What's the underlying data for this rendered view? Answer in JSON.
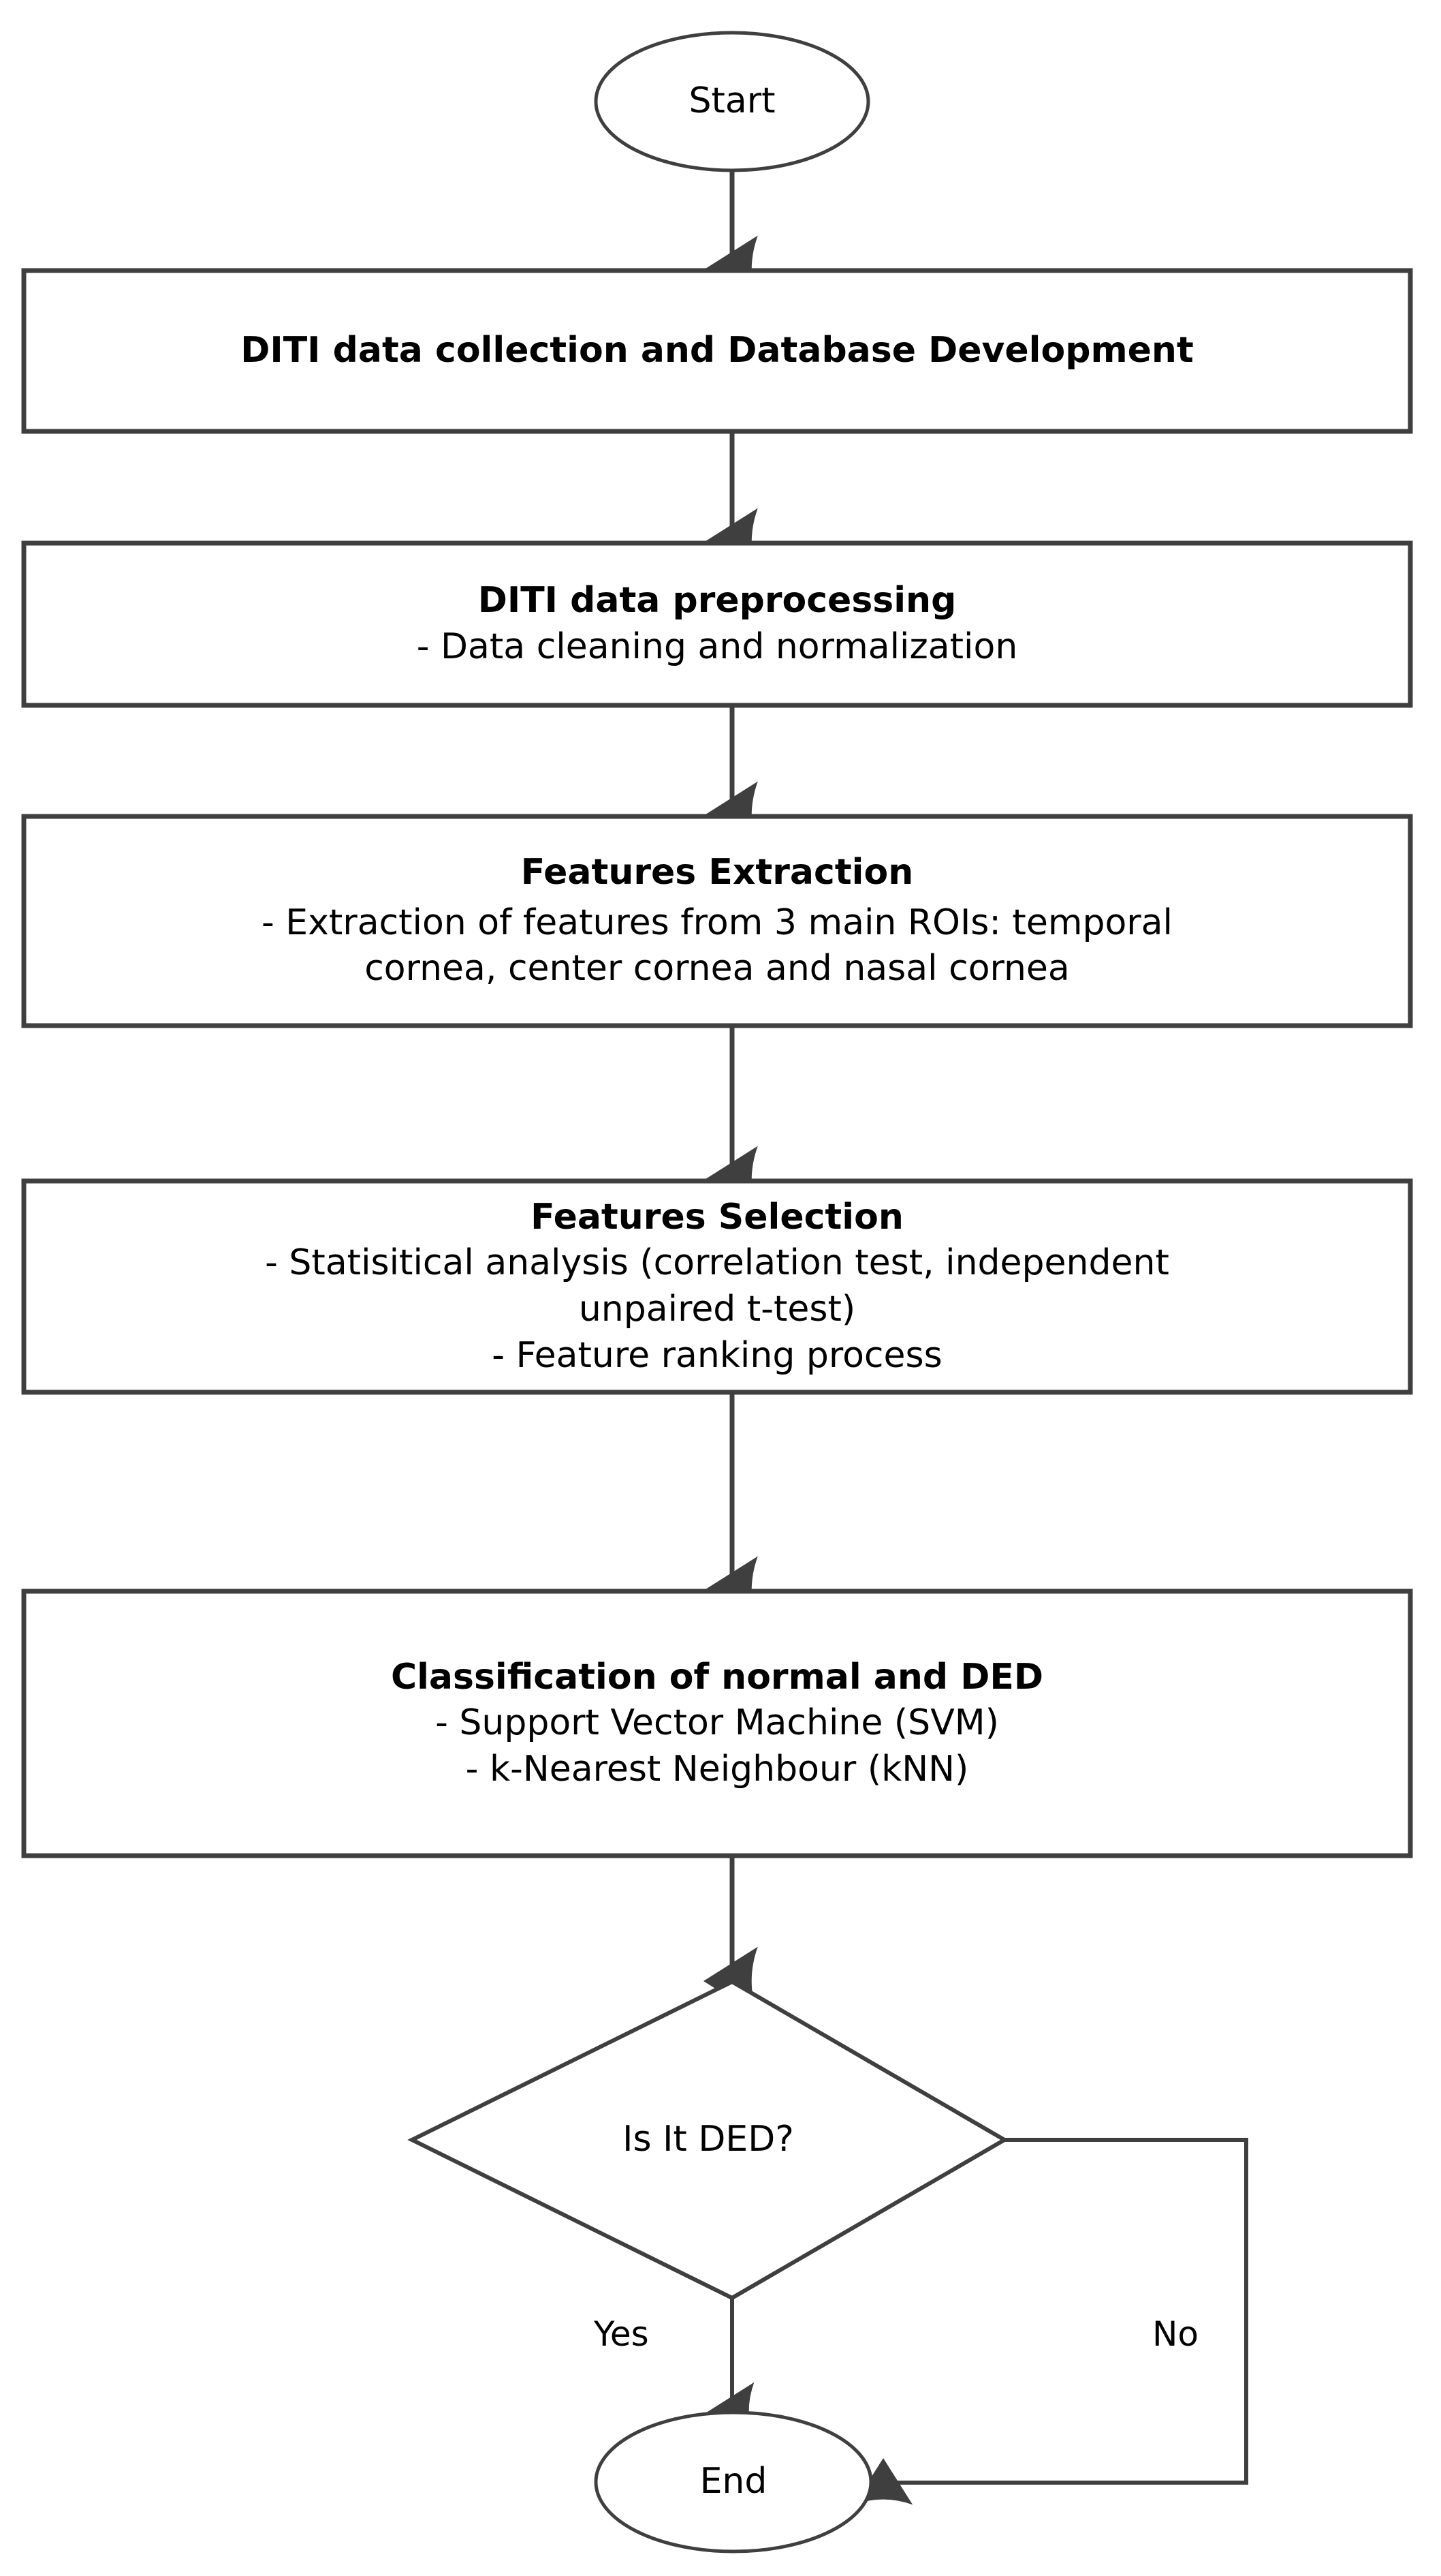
{
  "diagram": {
    "type": "flowchart",
    "orientation": "top-to-bottom",
    "stroke_color": "#3f3f3f",
    "text_color": "#000000",
    "background_color": "#ffffff",
    "start": {
      "shape": "ellipse",
      "label": "Start"
    },
    "end": {
      "shape": "ellipse",
      "label": "End"
    },
    "decision": {
      "shape": "diamond",
      "label": "Is It DED?",
      "yes_label": "Yes",
      "no_label": "No"
    },
    "steps": [
      {
        "id": "step-data-collection",
        "title": "DITI data collection and Database Development",
        "lines": []
      },
      {
        "id": "step-preprocessing",
        "title": "DITI data preprocessing",
        "lines": [
          "- Data cleaning and normalization"
        ]
      },
      {
        "id": "step-features-extraction",
        "title": "Features Extraction",
        "lines": [
          "- Extraction of features from 3 main ROIs: temporal",
          "cornea, center cornea and nasal cornea"
        ]
      },
      {
        "id": "step-features-selection",
        "title": "Features Selection",
        "lines": [
          "- Statisitical analysis (correlation test, independent",
          "unpaired t-test)",
          "- Feature ranking process"
        ]
      },
      {
        "id": "step-classification",
        "title": "Classification of normal and DED",
        "lines": [
          "- Support Vector Machine (SVM)",
          "- k-Nearest Neighbour (kNN)"
        ]
      }
    ]
  }
}
